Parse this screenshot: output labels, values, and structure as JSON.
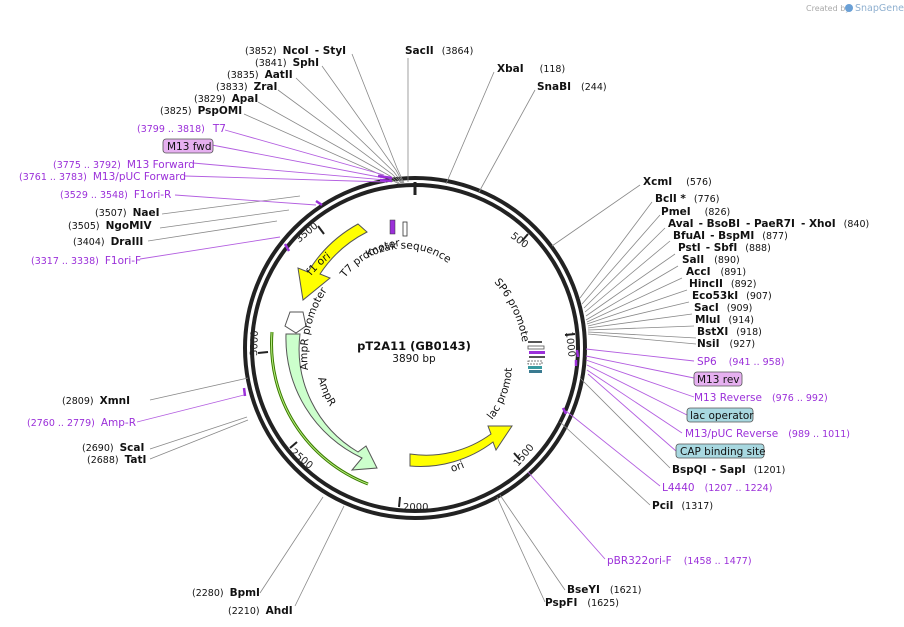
{
  "header": {
    "credit_prefix": "Created by",
    "credit_brand": "SnapGene"
  },
  "plasmid": {
    "name": "pT2A11 (GB0143)",
    "length_label": "3890 bp"
  },
  "ticks": [
    "500",
    "1000",
    "1500",
    "2000",
    "2500",
    "3000",
    "3500"
  ],
  "enzymes": {
    "ncoi_styi": {
      "pos": "(3852)",
      "name": "NcoI",
      "name2": "StyI"
    },
    "sphi": {
      "pos": "(3841)",
      "name": "SphI"
    },
    "aatii": {
      "pos": "(3835)",
      "name": "AatII"
    },
    "zrai": {
      "pos": "(3833)",
      "name": "ZraI"
    },
    "apai": {
      "pos": "(3829)",
      "name": "ApaI"
    },
    "pspomi": {
      "pos": "(3825)",
      "name": "PspOMI"
    },
    "sacii": {
      "name": "SacII",
      "pos": "(3864)"
    },
    "xbai": {
      "name": "XbaI",
      "pos": "(118)"
    },
    "snabi": {
      "name": "SnaBI",
      "pos": "(244)"
    },
    "xcmi": {
      "name": "XcmI",
      "pos": "(576)"
    },
    "bclI": {
      "name": "BclI *",
      "pos": "(776)"
    },
    "pmei": {
      "name": "PmeI",
      "pos": "(826)"
    },
    "avai": {
      "name": "AvaI",
      "name2": "BsoBI",
      "name3": "PaeR7I",
      "name4": "XhoI",
      "pos": "(840)"
    },
    "bfuai": {
      "name": "BfuAI",
      "name2": "BspMI",
      "pos": "(877)"
    },
    "psti": {
      "name": "PstI",
      "name2": "SbfI",
      "pos": "(888)"
    },
    "sali": {
      "name": "SalI",
      "pos": "(890)"
    },
    "acci": {
      "name": "AccI",
      "pos": "(891)"
    },
    "hincii": {
      "name": "HincII",
      "pos": "(892)"
    },
    "eco53ki": {
      "name": "Eco53kI",
      "pos": "(907)"
    },
    "saci": {
      "name": "SacI",
      "pos": "(909)"
    },
    "mlui": {
      "name": "MluI",
      "pos": "(914)"
    },
    "bstxi": {
      "name": "BstXI",
      "pos": "(918)"
    },
    "nsii": {
      "name": "NsiI",
      "pos": "(927)"
    },
    "bspqi": {
      "name": "BspQI",
      "name2": "SapI",
      "pos": "(1201)"
    },
    "pcii": {
      "name": "PciI",
      "pos": "(1317)"
    },
    "bseyi": {
      "name": "BseYI",
      "pos": "(1621)"
    },
    "pspfi": {
      "name": "PspFI",
      "pos": "(1625)"
    },
    "ahdi": {
      "pos": "(2210)",
      "name": "AhdI"
    },
    "bpmi": {
      "pos": "(2280)",
      "name": "BpmI"
    },
    "tati": {
      "pos": "(2688)",
      "name": "TatI"
    },
    "scai": {
      "pos": "(2690)",
      "name": "ScaI"
    },
    "xmni": {
      "pos": "(2809)",
      "name": "XmnI"
    },
    "draiii": {
      "pos": "(3404)",
      "name": "DraIII"
    },
    "ngomiv": {
      "pos": "(3505)",
      "name": "NgoMIV"
    },
    "naei": {
      "pos": "(3507)",
      "name": "NaeI"
    }
  },
  "features_out": {
    "t7": {
      "range": "(3799 .. 3818)",
      "name": "T7"
    },
    "m13fwd": {
      "name": "M13 fwd"
    },
    "m13forward": {
      "range": "(3775 .. 3792)",
      "name": "M13 Forward"
    },
    "m13pucforward": {
      "range": "(3761 .. 3783)",
      "name": "M13/pUC Forward"
    },
    "f1orir": {
      "range": "(3529 .. 3548)",
      "name": "F1ori-R"
    },
    "f1orif": {
      "range": "(3317 .. 3338)",
      "name": "F1ori-F"
    },
    "ampr_primer": {
      "range": "(2760 .. 2779)",
      "name": "Amp-R"
    },
    "sp6": {
      "name": "SP6",
      "range": "(941 .. 958)"
    },
    "m13rev": {
      "name": "M13 rev"
    },
    "m13reverse": {
      "name": "M13 Reverse",
      "range": "(976 .. 992)"
    },
    "lacoperator": {
      "name": "lac operator"
    },
    "m13pucreverse": {
      "name": "M13/pUC Reverse",
      "range": "(989 .. 1011)"
    },
    "capbinding": {
      "name": "CAP binding site"
    },
    "l4440": {
      "name": "L4440",
      "range": "(1207 .. 1224)"
    },
    "pbr322orif": {
      "name": "pBR322ori-F",
      "range": "(1458 .. 1477)"
    }
  },
  "features_in": {
    "f1ori": "f1 ori",
    "t7promoter": "T7 promoter",
    "kozak": "Kozak sequence",
    "sp6promoter": "SP6 promoter",
    "amprpromoter": "AmpR promoter",
    "ampr": "AmpR",
    "lacpromoter": "lac promoter",
    "ori": "ori"
  },
  "colors": {
    "backbone": "#222222",
    "feature_label": "#9b30d9",
    "primer": "#9b30d9",
    "ori": "#ffff00",
    "ampr": "#ccffcc",
    "ampr_promoter": "#ffffff",
    "lac_operator_box": "#a8d8e0",
    "cap_box": "#a8d8e0",
    "primer_box": "#e6b0f0"
  }
}
